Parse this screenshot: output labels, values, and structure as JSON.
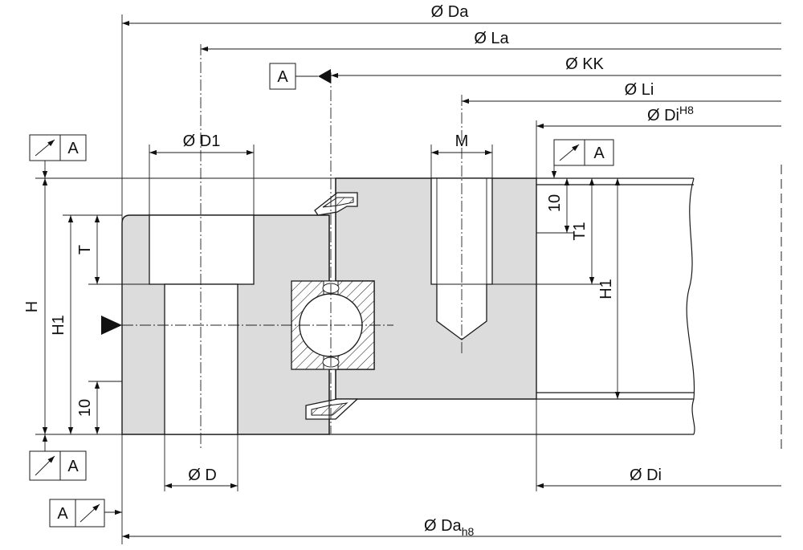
{
  "dimensions": {
    "Da": "Ø Da",
    "La": "Ø La",
    "KK": "Ø KK",
    "Li": "Ø Li",
    "Di_fit_prefix": "Ø Di",
    "Di_fit_sup": "H8",
    "D1": "Ø D1",
    "M": "M",
    "D": "Ø D",
    "Di": "Ø Di",
    "Da_fit_prefix": "Ø Da",
    "Da_fit_sub": "h8",
    "H": "H",
    "H1_left": "H1",
    "T": "T",
    "ten_left": "10",
    "ten_right": "10",
    "T1": "T1",
    "H1_right": "H1"
  },
  "datum": {
    "letter": "A",
    "fcf_top_left": "A",
    "fcf_top_right": "A",
    "fcf_bottom_left": "A",
    "fcf_bottom_outer": "A"
  },
  "icons": {
    "runout": "runout-arrow-icon",
    "datum": "datum-triangle-icon"
  }
}
